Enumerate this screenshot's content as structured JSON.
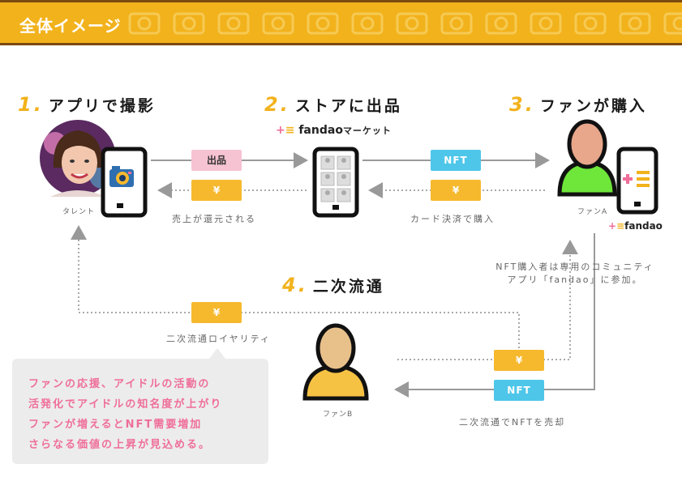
{
  "header": {
    "title": "全体イメージ"
  },
  "steps": [
    {
      "num": "1.",
      "label": "アプリで撮影"
    },
    {
      "num": "2.",
      "label": "ストアに出品"
    },
    {
      "num": "3.",
      "label": "ファンが購入"
    },
    {
      "num": "4.",
      "label": "二次流通"
    }
  ],
  "market_logo": {
    "brand": "fandao",
    "suffix": "マーケット"
  },
  "fandao_logo": "fandao",
  "tags": {
    "listing": "出品",
    "yen_return": "¥",
    "nft_buy": "NFT",
    "yen_buy": "¥",
    "yen_royalty": "¥",
    "yen_resale": "¥",
    "nft_resale": "NFT"
  },
  "captions": {
    "talent": "タレント",
    "revenue": "売上が還元される",
    "card": "カード決済で購入",
    "fan_a": "ファンA",
    "fan_b": "ファンB",
    "royalty": "二次流通ロイヤリティ",
    "resale": "二次流通でNFTを売却",
    "community": [
      "NFT購入者は専用のコミュニティ",
      "アプリ「fandao」に参加。"
    ]
  },
  "note": [
    "ファンの応援、アイドルの活動の",
    "活発化でアイドルの知名度が上がり",
    "ファンが増えるとNFT需要増加",
    "さらなる価値の上昇が見込める。"
  ],
  "colors": {
    "accent": "#f2b21c",
    "pink": "#f6c3d2",
    "yellow_tag": "#f6b92e",
    "blue_tag": "#4ec6ea",
    "note_text": "#ef6e99",
    "fan_a_body": "#6ee63a",
    "fan_b_body": "#f6c244",
    "skin": "#e8a78a"
  }
}
